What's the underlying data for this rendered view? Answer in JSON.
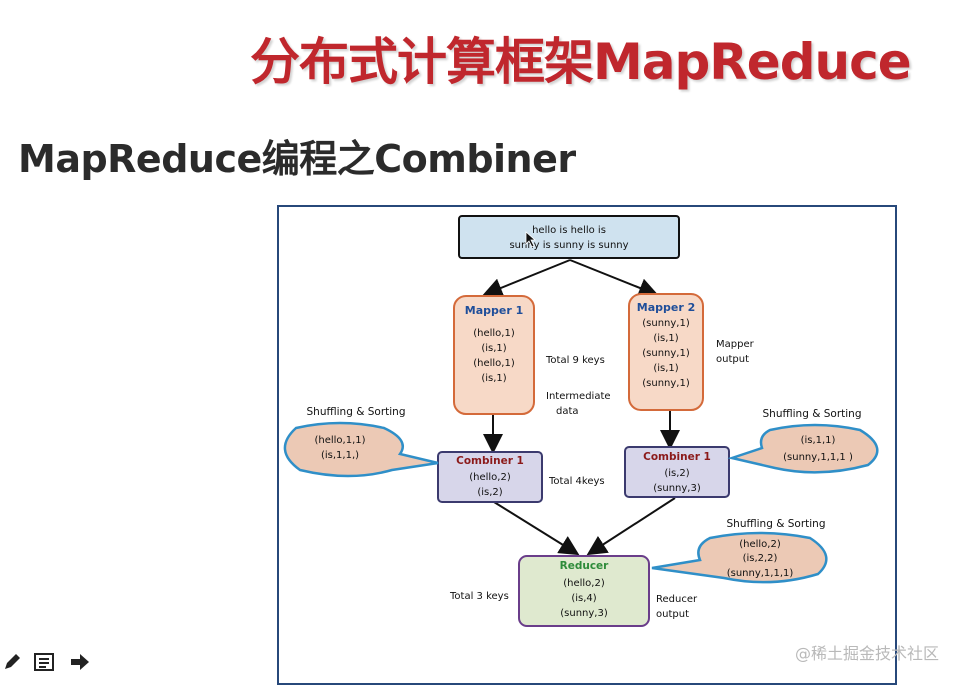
{
  "slide": {
    "title": "分布式计算框架MapReduce",
    "subtitle": "MapReduce编程之Combiner"
  },
  "diagram": {
    "input": {
      "lines": [
        "hello is hello is",
        "sunny is sunny is sunny"
      ]
    },
    "mapper1": {
      "title": "Mapper 1",
      "lines": [
        "(hello,1)",
        "(is,1)",
        "(hello,1)",
        "(is,1)"
      ]
    },
    "mapper2": {
      "title": "Mapper 2",
      "lines": [
        "(sunny,1)",
        "(is,1)",
        "(sunny,1)",
        "(is,1)",
        "(sunny,1)"
      ]
    },
    "combiner1": {
      "title": "Combiner 1",
      "lines": [
        "(hello,2)",
        "(is,2)"
      ]
    },
    "combiner2": {
      "title": "Combiner 1",
      "lines": [
        "(is,2)",
        "(sunny,3)"
      ]
    },
    "reducer": {
      "title": "Reducer",
      "lines": [
        "(hello,2)",
        "(is,4)",
        "(sunny,3)"
      ]
    },
    "bubble_left": {
      "caption": "Shuffling & Sorting",
      "lines": [
        "(hello,1,1)",
        "(is,1,1,)"
      ]
    },
    "bubble_right": {
      "caption": "Shuffling & Sorting",
      "lines": [
        "(is,1,1)",
        "(sunny,1,1,1 )"
      ]
    },
    "bubble_bottom": {
      "caption": "Shuffling & Sorting",
      "lines": [
        "(hello,2)",
        "(is,2,2)",
        "(sunny,1,1,1)"
      ]
    },
    "labels": {
      "total9": "Total 9 keys",
      "intermediate": [
        "Intermediate",
        "data"
      ],
      "mapper_output": [
        "Mapper",
        "output"
      ],
      "total4": "Total 4keys",
      "total3": "Total 3 keys",
      "reducer_output": [
        "Reducer",
        "output"
      ]
    },
    "colors": {
      "input_fill": "#cfe2ef",
      "mapper_fill": "#f7d9c7",
      "mapper_stroke": "#d46a3a",
      "combiner_fill": "#d7d6ea",
      "combiner_stroke": "#3b3a6e",
      "reducer_fill": "#dfe9cf",
      "reducer_stroke": "#6a3d8a",
      "bubble_fill": "#ecc9b5",
      "bubble_stroke": "#2f8fc8",
      "mapper_title": "#1f4e9a",
      "combiner_title": "#8b1a1a",
      "reducer_title": "#2e8b3a"
    }
  },
  "toolbar": {
    "icons": [
      "pencil-icon",
      "notes-icon",
      "arrow-right-icon"
    ]
  },
  "watermark": "@稀土掘金技术社区"
}
